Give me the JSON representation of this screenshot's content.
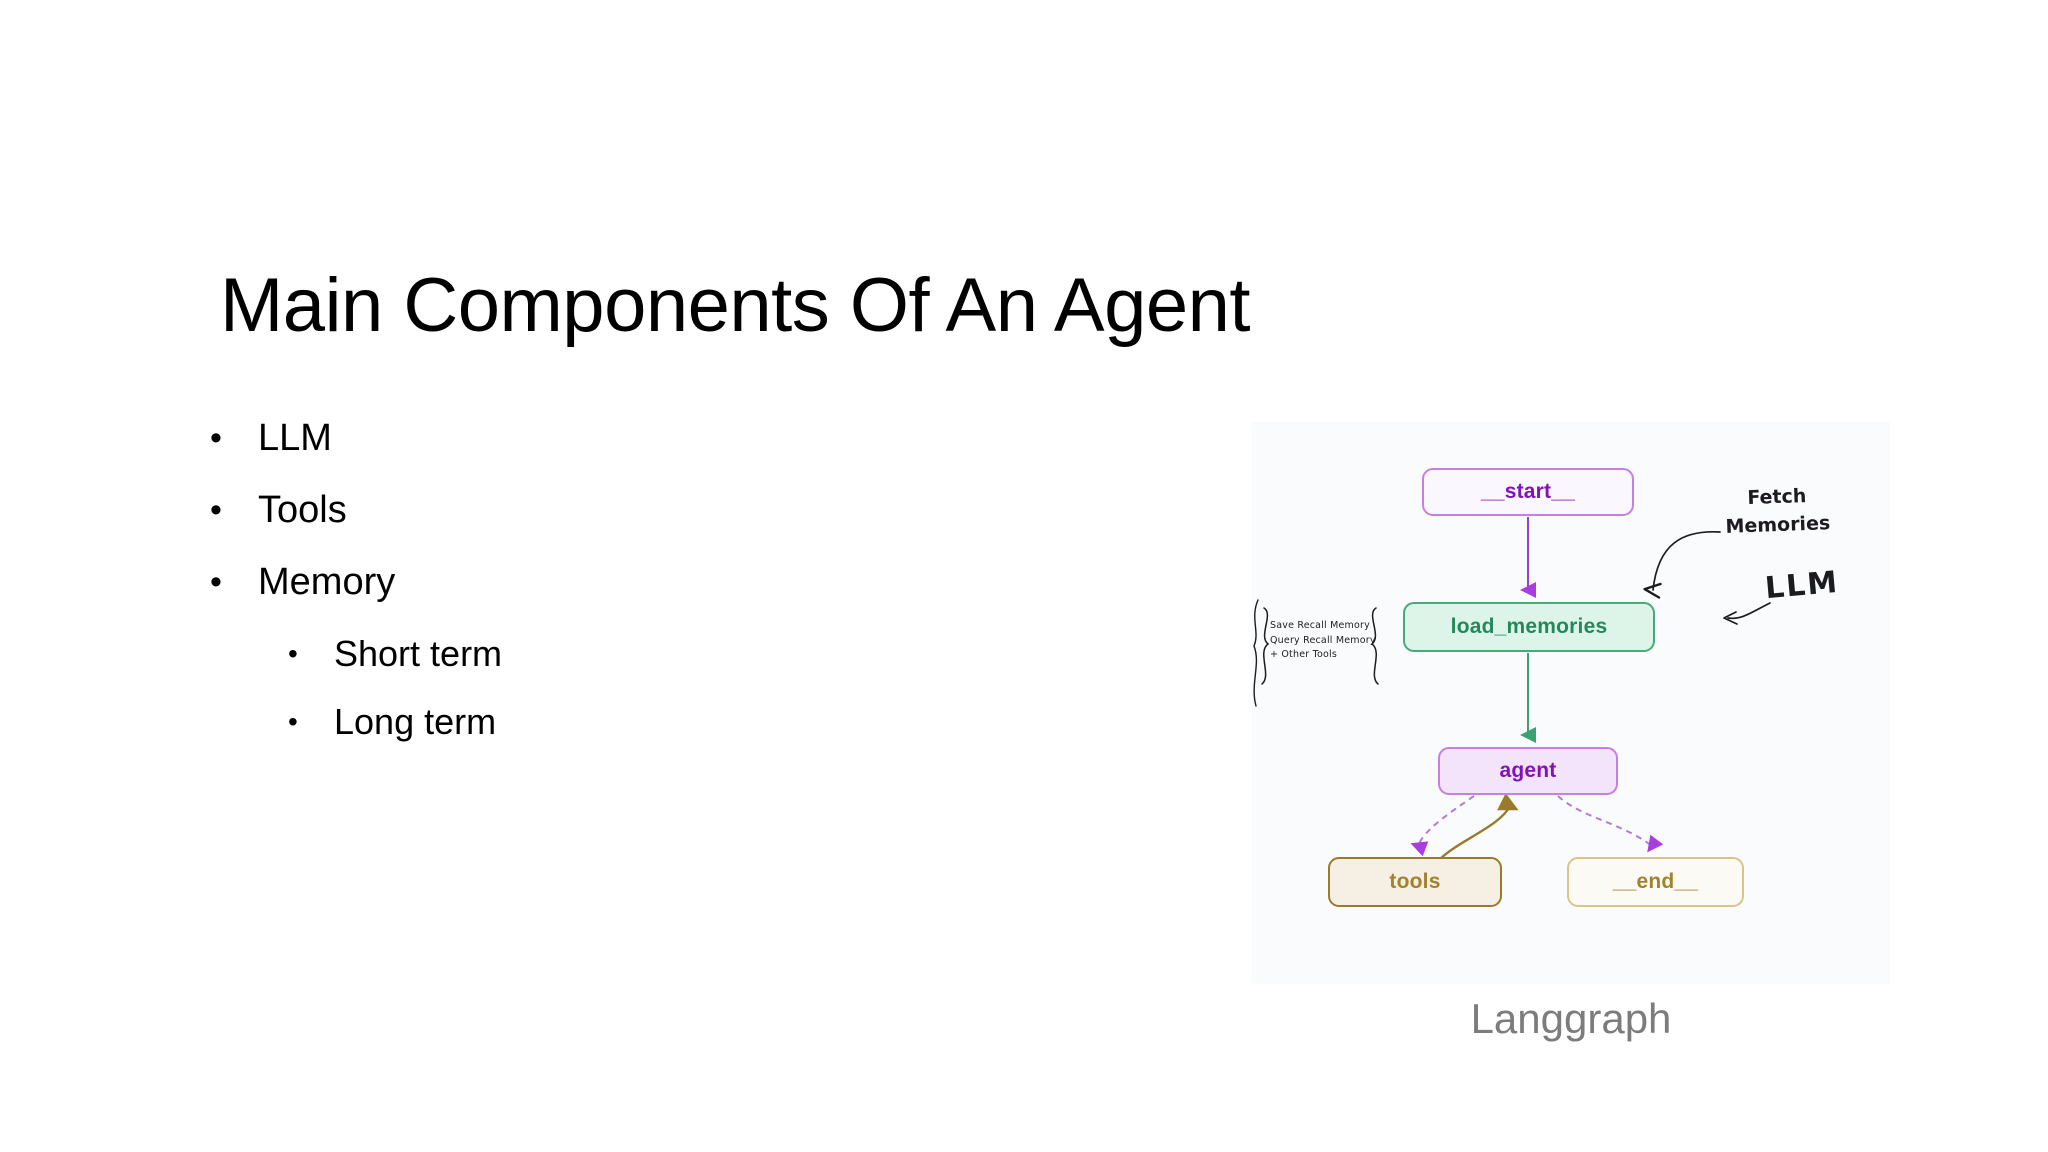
{
  "slide": {
    "title": "Main Components Of An Agent",
    "background": "#ffffff"
  },
  "bullets": [
    {
      "level": 1,
      "marker": "•",
      "text": "LLM"
    },
    {
      "level": 1,
      "marker": "•",
      "text": "Tools"
    },
    {
      "level": 1,
      "marker": "•",
      "text": "Memory"
    },
    {
      "level": 2,
      "marker": "•",
      "text": "Short term"
    },
    {
      "level": 2,
      "marker": "•",
      "text": "Long term"
    }
  ],
  "figure": {
    "caption": "Langgraph",
    "caption_color": "#7c7c7c",
    "background": "#fafbfd",
    "nodes": {
      "start": {
        "label": "__start__",
        "fill": "#fbf7fe",
        "stroke": "#c77fe0",
        "text_color": "#8311b8"
      },
      "load_memories": {
        "label": "load_memories",
        "fill": "#ddf5e8",
        "stroke": "#4aa87a",
        "text_color": "#23895b"
      },
      "agent": {
        "label": "agent",
        "fill": "#f3e3fb",
        "stroke": "#c77fe0",
        "text_color": "#8311b8"
      },
      "tools": {
        "label": "tools",
        "fill": "#f6f0e4",
        "stroke": "#9a7b2c",
        "text_color": "#a2812f"
      },
      "end": {
        "label": "__end__",
        "fill": "#fcfaf4",
        "stroke": "#d9c48b",
        "text_color": "#a2812f"
      }
    },
    "edges": [
      {
        "from": "__start__",
        "to": "load_memories",
        "style": "solid",
        "color": "#9b3fd1"
      },
      {
        "from": "load_memories",
        "to": "agent",
        "style": "solid",
        "color": "#3aa175"
      },
      {
        "from": "agent",
        "to": "tools",
        "style": "dashed",
        "color": "#b47ad8"
      },
      {
        "from": "agent",
        "to": "__end__",
        "style": "dashed",
        "color": "#b47ad8"
      },
      {
        "from": "tools",
        "to": "agent",
        "style": "solid",
        "color": "#9a7b2c"
      }
    ],
    "annotations": {
      "fetch_memories": "Fetch\nMemories",
      "llm": "LLM",
      "tools_note": "Save Recall Memory\nQuery Recall Memory\n+ Other Tools"
    }
  }
}
